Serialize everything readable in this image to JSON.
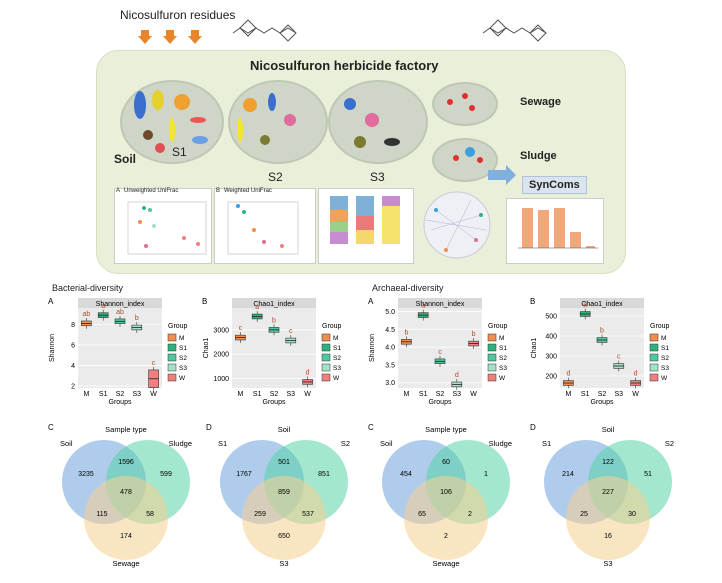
{
  "top": {
    "residues_label": "Nicosulfuron residues",
    "factory_title": "Nicosulfuron herbicide factory",
    "soil_label": "Soil",
    "s1_label": "S1",
    "s2_label": "S2",
    "s3_label": "S3",
    "sewage_label": "Sewage",
    "sludge_label": "Sludge",
    "syncoms_label": "SynComs",
    "mini_a_letter": "A",
    "mini_a_title": "Unweighted UniFrac",
    "mini_b_letter": "B",
    "mini_b_title": "Weighted UniFrac"
  },
  "sections": {
    "bacterial": "Bacterial-diversity",
    "archaeal": "Archaeal-diversity"
  },
  "boxplots": [
    {
      "letter": "A",
      "title": "Shannon_index",
      "ylabel": "Shannon",
      "xlabel": "Groups",
      "yticks": [
        "2",
        "4",
        "6",
        "8"
      ],
      "ylim": [
        1.8,
        9.6
      ],
      "groups": [
        "M",
        "S1",
        "S2",
        "S3",
        "W"
      ],
      "medians": [
        8.1,
        8.9,
        8.3,
        7.7,
        2.7
      ],
      "letters": [
        "ab",
        "a",
        "ab",
        "b",
        "c"
      ]
    },
    {
      "letter": "B",
      "title": "Chao1_index",
      "ylabel": "Chao1",
      "xlabel": "Groups",
      "yticks": [
        "1000",
        "2000",
        "3000"
      ],
      "ylim": [
        600,
        3900
      ],
      "groups": [
        "M",
        "S1",
        "S2",
        "S3",
        "W"
      ],
      "medians": [
        2680,
        3550,
        3000,
        2560,
        850
      ],
      "letters": [
        "c",
        "a",
        "b",
        "c",
        "d"
      ]
    },
    {
      "letter": "A",
      "title": "Shannon_index",
      "ylabel": "Shannon",
      "xlabel": "Groups",
      "yticks": [
        "3.0",
        "3.5",
        "4.0",
        "4.5",
        "5.0"
      ],
      "ylim": [
        2.85,
        5.1
      ],
      "groups": [
        "M",
        "S1",
        "S2",
        "S3",
        "W"
      ],
      "medians": [
        4.15,
        4.9,
        3.6,
        2.95,
        4.1
      ],
      "letters": [
        "b",
        "a",
        "c",
        "d",
        "b"
      ]
    },
    {
      "letter": "B",
      "title": "Chao1_index",
      "ylabel": "Chao1",
      "xlabel": "Groups",
      "yticks": [
        "200",
        "300",
        "400",
        "500"
      ],
      "ylim": [
        140,
        540
      ],
      "groups": [
        "M",
        "S1",
        "S2",
        "S3",
        "W"
      ],
      "medians": [
        165,
        510,
        380,
        250,
        165
      ],
      "letters": [
        "d",
        "a",
        "b",
        "c",
        "d"
      ]
    }
  ],
  "legend": {
    "title": "Group",
    "items": [
      "M",
      "S1",
      "S2",
      "S3",
      "W"
    ],
    "colors": [
      "#f08e4f",
      "#2fb27c",
      "#52c79a",
      "#a4e0c5",
      "#f07f7f"
    ]
  },
  "venns": [
    {
      "letter": "C",
      "heading": "Sample type",
      "labels": [
        "Soil",
        "Sludge",
        "Sewage"
      ],
      "values": [
        "3235",
        "1596",
        "599",
        "478",
        "115",
        "58",
        "174"
      ]
    },
    {
      "letter": "D",
      "heading": "Soil",
      "labels": [
        "S1",
        "S2",
        "S3"
      ],
      "values": [
        "1767",
        "501",
        "851",
        "859",
        "259",
        "537",
        "650"
      ]
    },
    {
      "letter": "C",
      "heading": "Sample type",
      "labels": [
        "Soil",
        "Sludge",
        "Sewage"
      ],
      "values": [
        "454",
        "60",
        "1",
        "106",
        "65",
        "2",
        "2"
      ]
    },
    {
      "letter": "D",
      "heading": "Soil",
      "labels": [
        "S1",
        "S2",
        "S3"
      ],
      "values": [
        "214",
        "122",
        "51",
        "227",
        "25",
        "30",
        "16"
      ]
    }
  ]
}
